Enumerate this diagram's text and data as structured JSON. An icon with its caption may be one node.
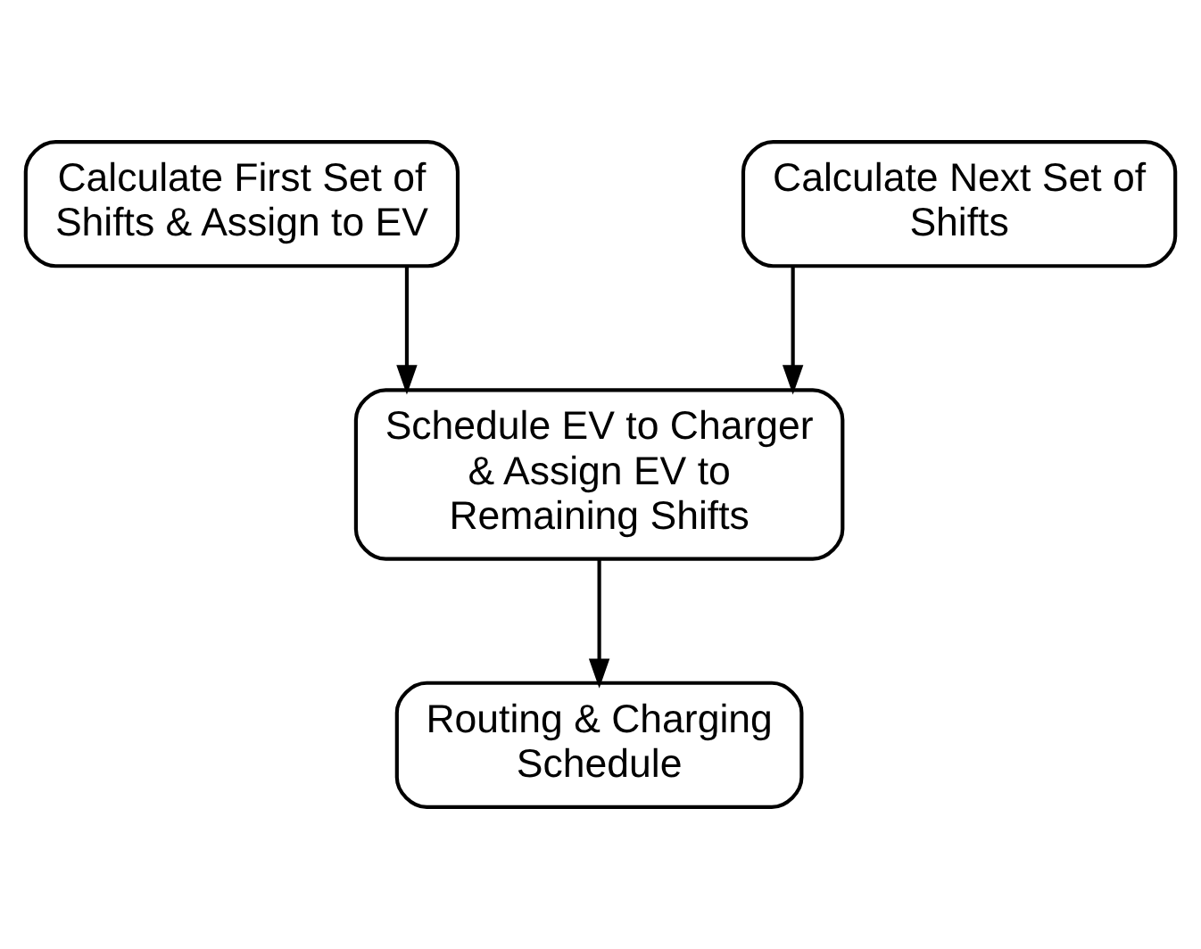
{
  "diagram": {
    "nodes": [
      {
        "text": [
          "Calculate First Set of Shifts & Assign to EV"
        ]
      },
      {
        "text": [
          "Calculate Next Set of Shifts"
        ]
      },
      {
        "text": [
          "Schedule EV to Charger & Assign EV to Remaining Shifts"
        ]
      },
      {
        "text": [
          "Routing & Charging Schedule"
        ]
      }
    ],
    "edges": [
      {
        "from": 0,
        "to": 2,
        "arrow": "to"
      },
      {
        "from": 1,
        "to": 2,
        "arrow": "to"
      },
      {
        "from": 2,
        "to": 3,
        "arrow": "to"
      }
    ]
  }
}
